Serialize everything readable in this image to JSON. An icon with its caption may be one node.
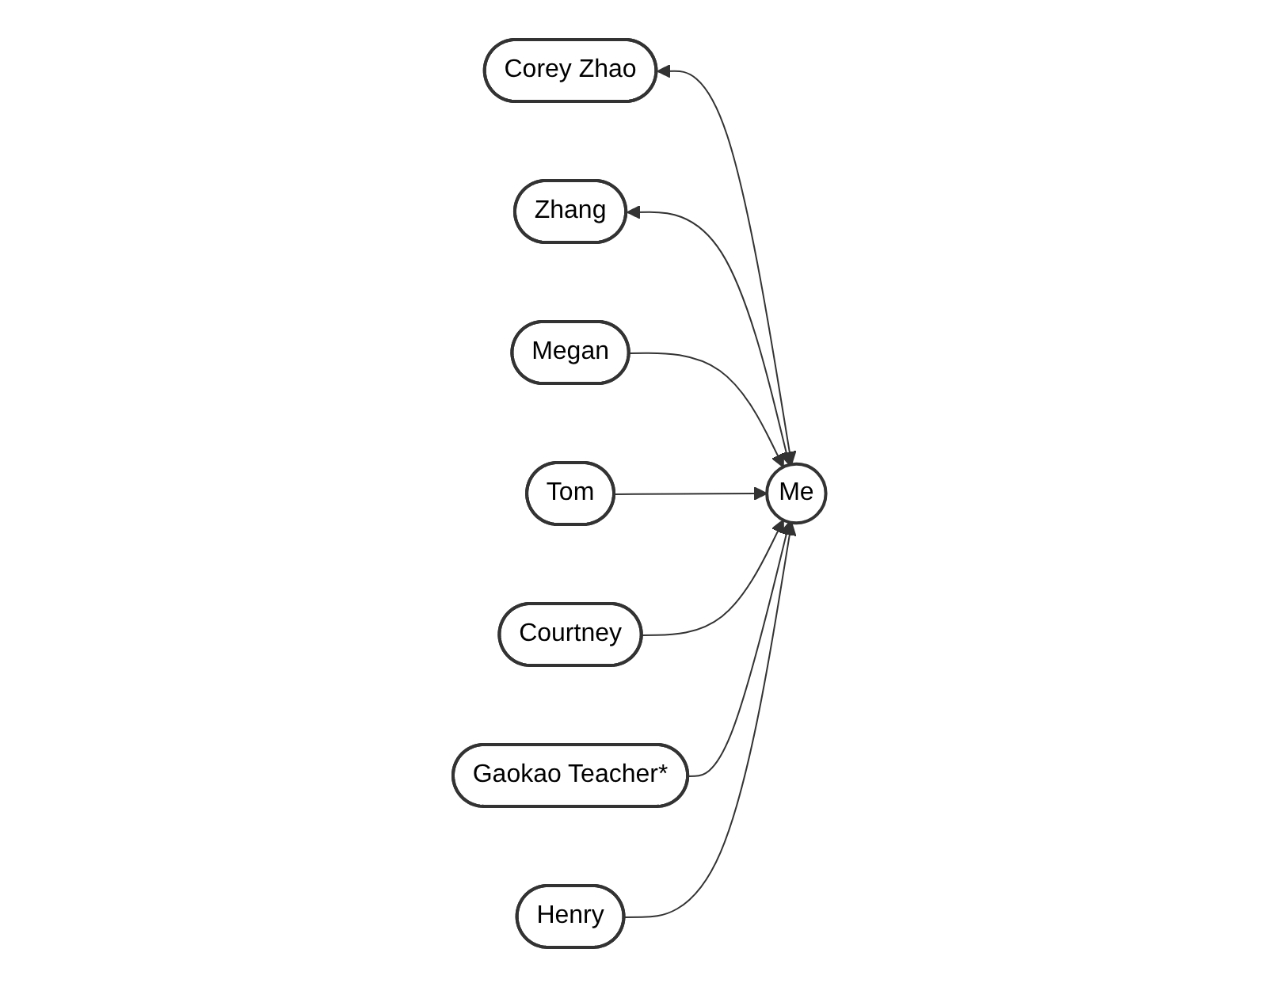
{
  "diagram": {
    "nodes": [
      {
        "text": [
          "Corey Zhao"
        ]
      },
      {
        "text": [
          "Zhang"
        ]
      },
      {
        "text": [
          "Megan"
        ]
      },
      {
        "text": [
          "Me"
        ]
      },
      {
        "text": [
          "Tom"
        ]
      },
      {
        "text": [
          "Courtney"
        ]
      },
      {
        "text": [
          "Gaokao Teacher*"
        ]
      },
      {
        "text": [
          "Henry"
        ]
      }
    ],
    "edges": [
      {
        "from": 0,
        "to": 3,
        "arrow": "both"
      },
      {
        "from": 1,
        "to": 3,
        "arrow": "both"
      },
      {
        "from": 2,
        "to": 3,
        "arrow": "to"
      },
      {
        "from": 4,
        "to": 3,
        "arrow": "to"
      },
      {
        "from": 5,
        "to": 3,
        "arrow": "to"
      },
      {
        "from": 6,
        "to": 3,
        "arrow": "to"
      },
      {
        "from": 7,
        "to": 3,
        "arrow": "to"
      }
    ]
  }
}
